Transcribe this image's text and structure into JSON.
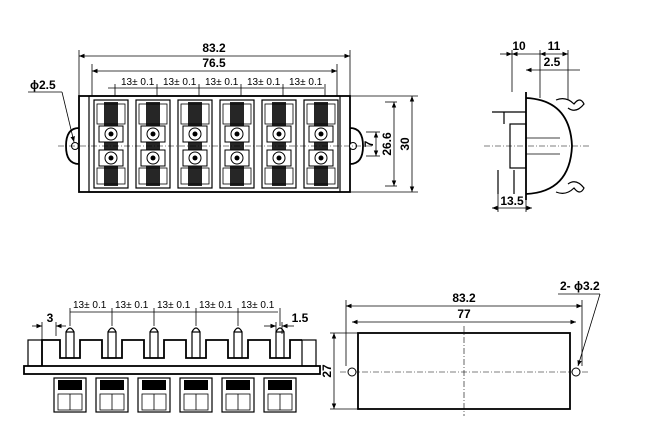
{
  "top_view": {
    "overall_width": "83.2",
    "pin_pitch_span": "76.5",
    "pitch_label": "13",
    "tolerance_label": "± 0.1",
    "hole_dia": "ϕ2.5",
    "height": "30",
    "mid_height": "26.6",
    "row_pitch": "7",
    "terminal_count": 6
  },
  "side_view": {
    "dim_top_a": "10",
    "dim_top_b": "11",
    "dim_top_c": "2.5",
    "dim_bottom": "13.5"
  },
  "front_view": {
    "pitch_label": "13",
    "tolerance_label": "± 0.1",
    "left_offset": "3",
    "pin_width": "1.5",
    "terminal_count": 6
  },
  "panel_view": {
    "overall_width": "83.2",
    "hole_span": "77",
    "height": "27",
    "hole_callout": "2- ϕ3.2"
  }
}
